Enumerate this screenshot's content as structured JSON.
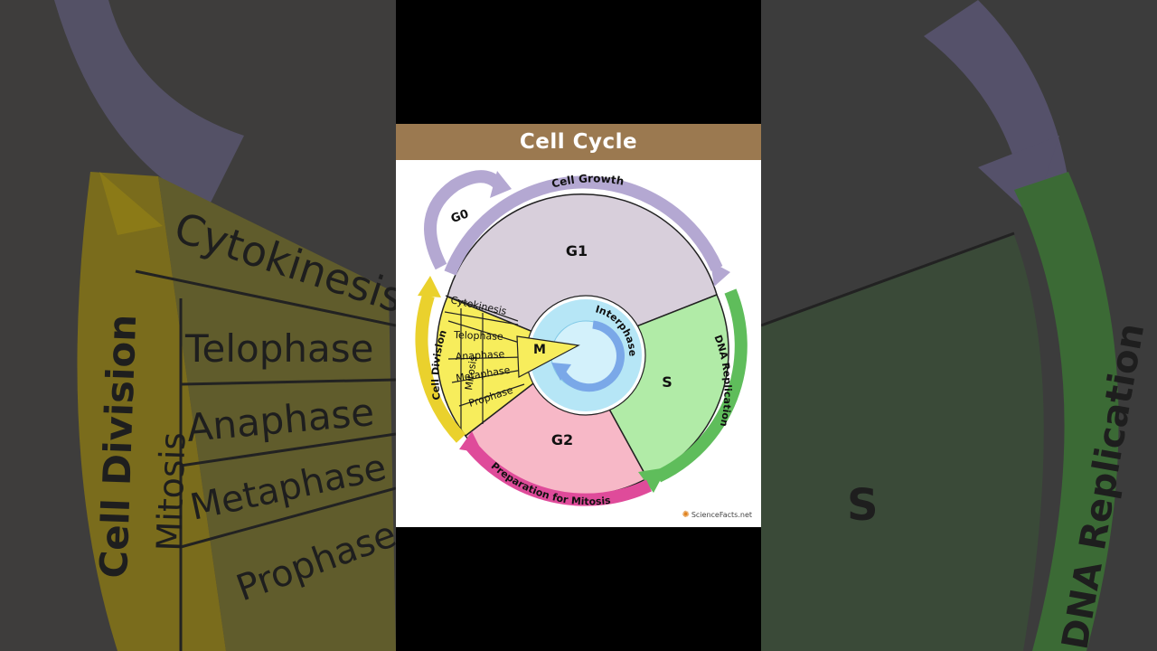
{
  "title": "Cell Cycle",
  "phases": {
    "g0": "G0",
    "g1": "G1",
    "s": "S",
    "g2": "G2",
    "m": "M"
  },
  "arcs": {
    "cell_growth": "Cell Growth",
    "dna_replication": "DNA Replication",
    "prep_mitosis": "Preparation for Mitosis",
    "cell_division": "Cell Division",
    "interphase": "Interphase",
    "mitosis": "Mitosis"
  },
  "m_stages": [
    "Cytokinesis",
    "Telophase",
    "Anaphase",
    "Metaphase",
    "Prophase"
  ],
  "credit": "ScienceFacts.net",
  "colors": {
    "g1": "#d8cfdb",
    "s": "#b1eba7",
    "g2": "#f7b8c7",
    "m": "#f7ed5c",
    "interphase_ring": "#b6e6f6",
    "purple_arrow": "#b4a8d2",
    "green_arrow": "#5fbd5b",
    "pink_arrow": "#df4b9a",
    "yellow_arrow": "#ead12d",
    "title_bar": "#9b7950"
  }
}
